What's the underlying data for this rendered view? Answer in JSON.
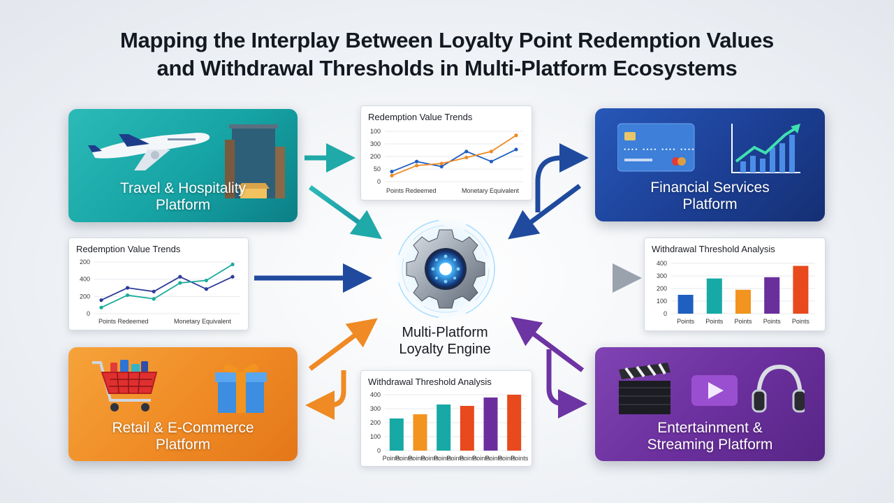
{
  "title": {
    "line1": "Mapping the Interplay Between Loyalty Point Redemption Values",
    "line2": "and Withdrawal Thresholds in Multi-Platform Ecosystems"
  },
  "center": {
    "line1": "Multi-Platform",
    "line2": "Loyalty Engine",
    "icon": "gear-icon"
  },
  "platforms": {
    "travel": {
      "line1": "Travel & Hospitality",
      "line2": "Platform",
      "color": "#16a3a4",
      "icons": [
        "airplane-icon",
        "hotel-icon"
      ]
    },
    "finance": {
      "line1": "Financial Services",
      "line2": "Platform",
      "color": "#1c3f94",
      "icons": [
        "credit-card-icon",
        "rising-chart-icon"
      ],
      "card_number": "•••• •••• •••• ••••"
    },
    "retail": {
      "line1": "Retail & E-Commerce",
      "line2": "Platform",
      "color": "#ef8a24",
      "icons": [
        "shopping-cart-icon",
        "gift-box-icon"
      ]
    },
    "entertainment": {
      "line1": "Entertainment &",
      "line2": "Streaming Platform",
      "color": "#6a2f9c",
      "icons": [
        "clapperboard-icon",
        "play-icon",
        "headphones-icon"
      ]
    }
  },
  "chart_data": [
    {
      "type": "line",
      "title": "Redemption Value Trends",
      "ytick_labels": [
        "0",
        "50",
        "200",
        "300",
        "100"
      ],
      "x": [
        1,
        2,
        3,
        4,
        5,
        6
      ],
      "series": [
        {
          "name": "Points Redeemed",
          "values": [
            50,
            100,
            75,
            150,
            100,
            160
          ],
          "color": "#1f5fbf"
        },
        {
          "name": "Monetary Equivalent",
          "values": [
            30,
            80,
            90,
            120,
            150,
            230
          ],
          "color": "#ef8a24"
        }
      ]
    },
    {
      "type": "line",
      "title": "Redemption Value Trends",
      "ytick_labels": [
        "0",
        "200",
        "400",
        "200"
      ],
      "x": [
        1,
        2,
        3,
        4,
        5,
        6
      ],
      "series": [
        {
          "name": "Points Redeemed",
          "values": [
            110,
            210,
            180,
            300,
            200,
            300
          ],
          "color": "#2d3a9a"
        },
        {
          "name": "Monetary Equivalent",
          "values": [
            50,
            150,
            120,
            250,
            270,
            400
          ],
          "color": "#1aaa9b"
        }
      ]
    },
    {
      "type": "bar",
      "title": "Withdrawal Threshold Analysis",
      "ytick_labels": [
        "0",
        "100",
        "200",
        "300",
        "400"
      ],
      "ylim": [
        0,
        400
      ],
      "categories": [
        "Points",
        "Points",
        "Points",
        "Points",
        "Points"
      ],
      "values": [
        150,
        280,
        190,
        290,
        380
      ],
      "colors": [
        "#1f5fbf",
        "#17a9a6",
        "#f2941f",
        "#6a2f9c",
        "#e8491d"
      ]
    },
    {
      "type": "bar",
      "title": "Withdrawal Threshold Analysis",
      "ytick_labels": [
        "0",
        "100",
        "200",
        "300",
        "400"
      ],
      "ylim": [
        0,
        400
      ],
      "categories": [
        "Points",
        "Points",
        "Points",
        "Points",
        "Points",
        "Points",
        "Points",
        "Points",
        "Points",
        "Points",
        "Points"
      ],
      "values": [
        230,
        260,
        330,
        320,
        380,
        400
      ],
      "colors": [
        "#17a9a6",
        "#f2941f",
        "#17a9a6",
        "#e8491d",
        "#6a2f9c",
        "#e8491d"
      ]
    }
  ]
}
